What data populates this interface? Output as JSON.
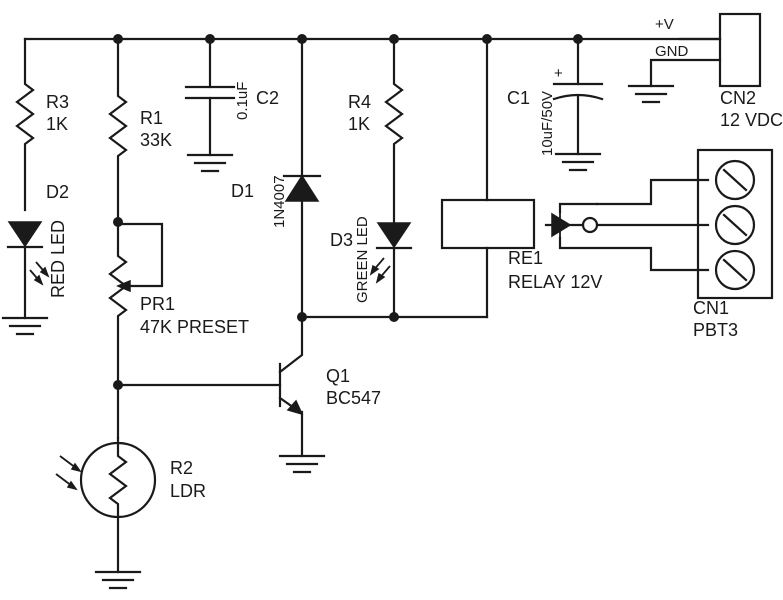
{
  "labels": {
    "r3_ref": "R3",
    "r3_val": "1K",
    "d2_ref": "D2",
    "d2_val": "RED LED",
    "r1_ref": "R1",
    "r1_val": "33K",
    "pr1_ref": "PR1",
    "pr1_val": "47K PRESET",
    "r2_ref": "R2",
    "r2_val": "LDR",
    "c2_ref": "C2",
    "c2_val": "0.1uF",
    "d1_ref": "D1",
    "d1_val": "1N4007",
    "q1_ref": "Q1",
    "q1_val": "BC547",
    "r4_ref": "R4",
    "r4_val": "1K",
    "d3_ref": "D3",
    "d3_val": "GREEN LED",
    "c1_ref": "C1",
    "c1_val": "10uF/50V",
    "c1_pol": "+",
    "re1_ref": "RE1",
    "re1_val": "RELAY 12V",
    "cn2_vplus": "+V",
    "cn2_gnd": "GND",
    "cn2_ref": "CN2",
    "cn2_val": "12 VDC",
    "cn1_ref": "CN1",
    "cn1_val": "PBT3"
  }
}
